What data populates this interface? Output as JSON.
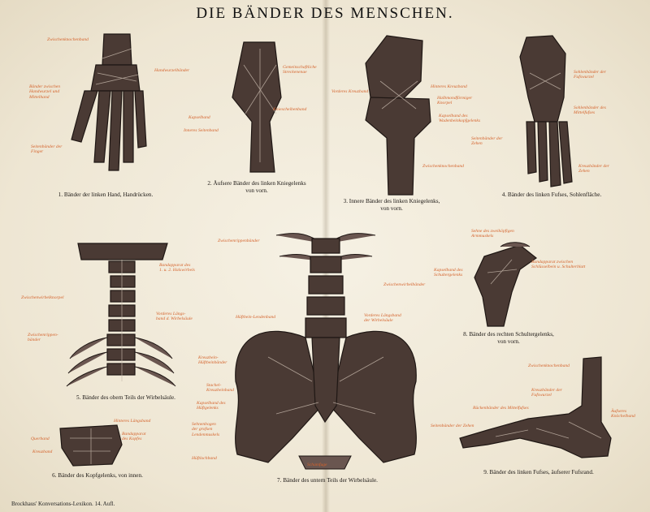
{
  "title": "DIE BÄNDER DES MENSCHEN.",
  "footer": "Brockhaus' Konversations-Lexikon. 14. Aufl.",
  "colors": {
    "paper": "#f1ebdc",
    "bone": "#4a3a34",
    "label": "#d4622b",
    "ink": "#1b1714"
  },
  "figures": [
    {
      "caption": [
        "1. Bänder der linken Hand, Handrücken."
      ],
      "labels": [
        "Zwischenknochenband",
        "Handwurzelbänder",
        "Bänder zwischen\nHandwurzel und\nMittelhand",
        "Seitenbänder der\nFinger"
      ]
    },
    {
      "caption": [
        "2. Äufsere Bänder des linken Kniegelenks",
        "von vorn."
      ],
      "labels": [
        "Gemeinschaftliche\nStreckenenae",
        "Kapselband",
        "Kniescheibenband",
        "Inneres Seitenband"
      ]
    },
    {
      "caption": [
        "3. Innere Bänder des linken Kniegelenks,",
        "von vorn."
      ],
      "labels": [
        "Vorderes Kreuzband",
        "Hinteres Kreuzband",
        "Halbmondförmiger\nKnorpel",
        "Kapselband des\nWadenbeinkopfgelenks",
        "Zwischenknochenband"
      ]
    },
    {
      "caption": [
        "4. Bänder des linken Fufses, Sohlenfläche."
      ],
      "labels": [
        "Sohlenbänder der\nFufswurzel",
        "Sohlenbänder des\nMittelfufses",
        "Seitenbänder der\nZehen",
        "Kreuzbänder der\nZehen"
      ]
    },
    {
      "caption": [
        "5. Bänder des obern Teils der Wirbelsäule."
      ],
      "labels": [
        "Bandapparat des\n1. u. 2. Halswirbels",
        "Zwischenwirbelknorpel",
        "Vorderes Längs-\nband d. Wirbelsäule",
        "Zwischenrippen-\nbänder"
      ]
    },
    {
      "caption": [
        "6. Bänder des Kopfgelenks, von innen."
      ],
      "labels": [
        "Hinteres Längsband",
        "Querband",
        "Bandapparat\ndes Kopfes",
        "Kreuzband"
      ]
    },
    {
      "caption": [
        "7. Bänder des untern Teils der Wirbelsäule."
      ],
      "labels": [
        "Zwischenrippenbänder",
        "Zwischenwirbelbänder",
        "Hüftbein-Lendenband",
        "Vorderes Längsband\nder Wirbelsäule",
        "Kreuzbein-\nHüftbeinbänder",
        "Stachel-\nKreuzbeinband",
        "Kapselband des\nHüftgelenks",
        "Sehnenbogen\nder grofsen\nLendenmuskels",
        "Hüftlochband",
        "Schamfuge"
      ]
    },
    {
      "caption": [
        "8. Bänder des rechten Schultergelenks,",
        "von vorn."
      ],
      "labels": [
        "Sehne des zweiköpfigen\nArmmuskels",
        "Bandapparat zwischen\nSchlüsselbein u. Schulterblatt",
        "Kapselband des\nSchultergelenks"
      ]
    },
    {
      "caption": [
        "9. Bänder des linken Fufses, äufserer Fufsrand."
      ],
      "labels": [
        "Zwischenknochenband",
        "Kreuzbänder der\nFufswurzel",
        "Äufseres\nKnöchelband",
        "Rückenbänder des Mittelfufses",
        "Seitenbänder der Zehen"
      ]
    }
  ]
}
